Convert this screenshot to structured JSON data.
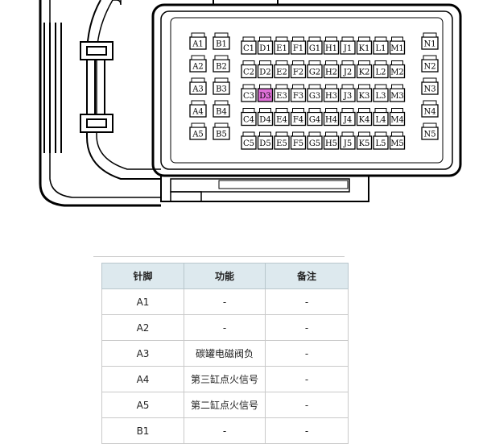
{
  "connector": {
    "left_block": {
      "rows": [
        [
          "A1",
          "B1"
        ],
        [
          "A2",
          "B2"
        ],
        [
          "A3",
          "B3"
        ],
        [
          "A4",
          "B4"
        ],
        [
          "A5",
          "B5"
        ]
      ]
    },
    "main_block": {
      "rows": [
        [
          "C1",
          "D1",
          "E1",
          "F1",
          "G1",
          "H1",
          "J1",
          "K1",
          "L1",
          "M1"
        ],
        [
          "C2",
          "D2",
          "E2",
          "F2",
          "G2",
          "H2",
          "J2",
          "K2",
          "L2",
          "M2"
        ],
        [
          "C3",
          "D3",
          "E3",
          "F3",
          "G3",
          "H3",
          "J3",
          "K3",
          "L3",
          "M3"
        ],
        [
          "C4",
          "D4",
          "E4",
          "F4",
          "G4",
          "H4",
          "J4",
          "K4",
          "L4",
          "M4"
        ],
        [
          "C5",
          "D5",
          "E5",
          "F5",
          "G5",
          "H5",
          "J5",
          "K5",
          "L5",
          "M5"
        ]
      ]
    },
    "right_block": {
      "pins": [
        "N1",
        "N2",
        "N3",
        "N4",
        "N5"
      ]
    },
    "highlighted_pin": "D3",
    "colors": {
      "highlight": "#e070d8",
      "outline": "#000000"
    }
  },
  "table": {
    "headers": [
      "针脚",
      "功能",
      "备注"
    ],
    "rows": [
      [
        "A1",
        "-",
        "-"
      ],
      [
        "A2",
        "-",
        "-"
      ],
      [
        "A3",
        "碳罐电磁阀负",
        "-"
      ],
      [
        "A4",
        "第三缸点火信号",
        "-"
      ],
      [
        "A5",
        "第二缸点火信号",
        "-"
      ],
      [
        "B1",
        "-",
        "-"
      ]
    ],
    "colors": {
      "header_bg": "#dde9ee"
    }
  }
}
